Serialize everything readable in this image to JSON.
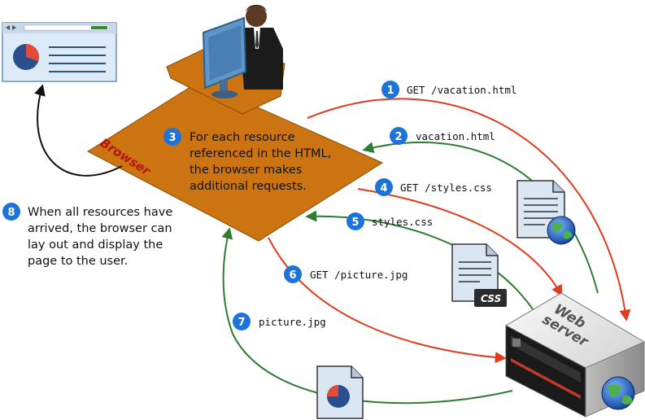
{
  "browser_label": "Browser",
  "server_label_line1": "Web",
  "server_label_line2": "server",
  "css_label": "CSS",
  "steps": [
    {
      "num": "1",
      "text": "GET /vacation.html"
    },
    {
      "num": "2",
      "text": "vacation.html"
    },
    {
      "num": "3",
      "lines": [
        "For each resource",
        "referenced in the HTML,",
        "the browser makes",
        "additional requests."
      ]
    },
    {
      "num": "4",
      "text": "GET /styles.css"
    },
    {
      "num": "5",
      "text": "styles.css"
    },
    {
      "num": "6",
      "text": "GET /picture.jpg"
    },
    {
      "num": "7",
      "text": "picture.jpg"
    },
    {
      "num": "8",
      "lines": [
        "When all resources have",
        "arrived, the browser can",
        "lay out and display the",
        "page to the user."
      ]
    }
  ],
  "colors": {
    "request_arrow": "#e03b1f",
    "response_arrow": "#2e7d32",
    "badge": "#1e73d8",
    "desk": "#cc7411",
    "display_arrow": "#111111"
  }
}
